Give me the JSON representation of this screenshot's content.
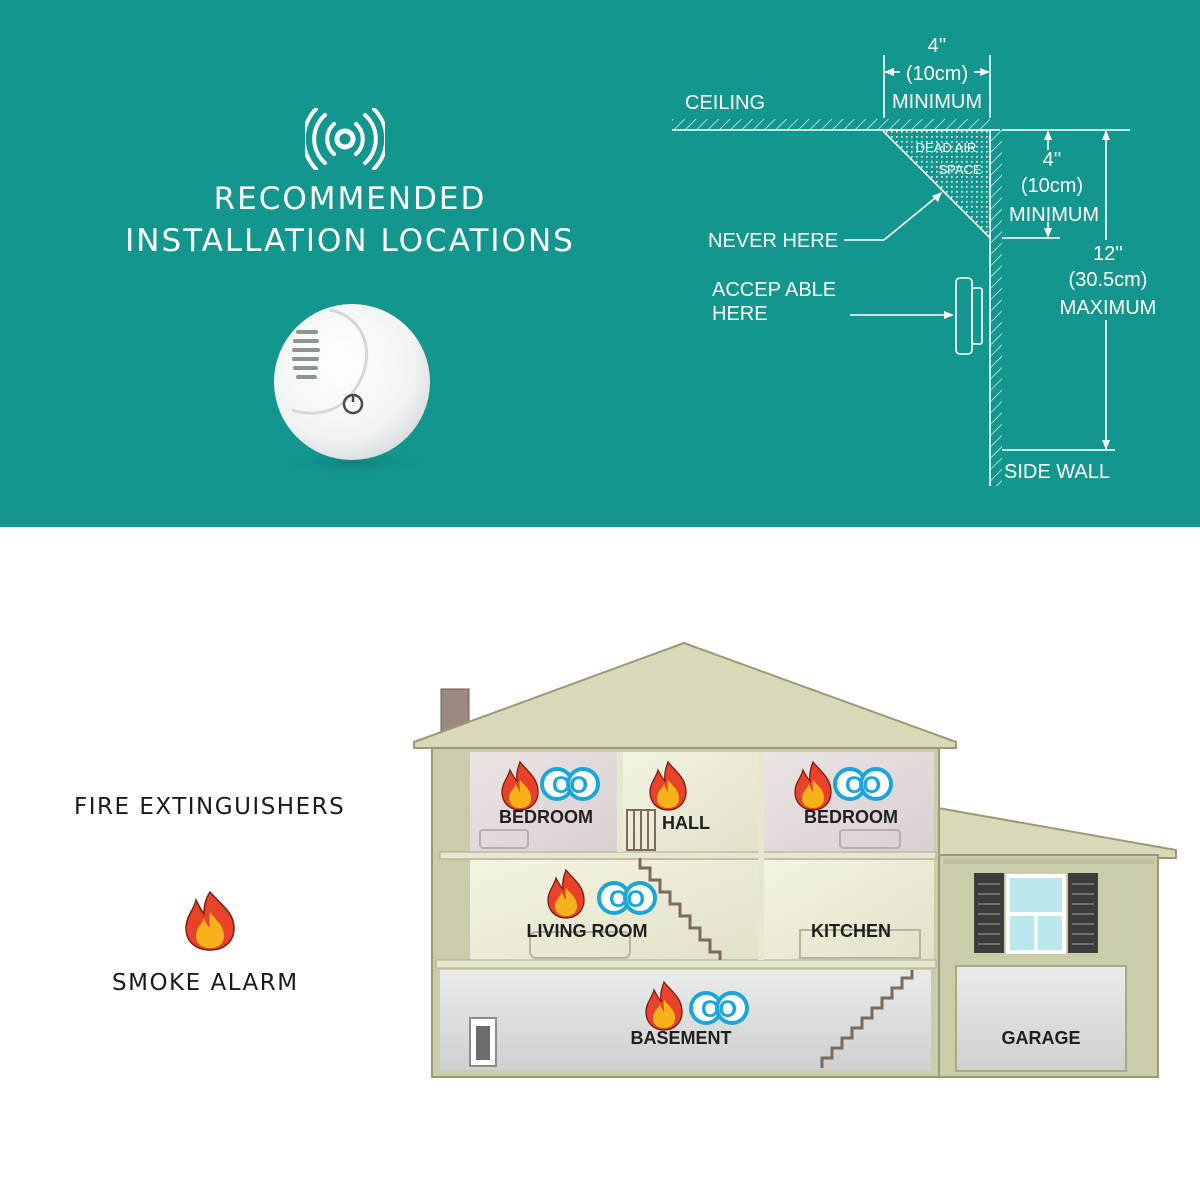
{
  "header": {
    "title_line1": "RECOMMENDED",
    "title_line2": "INSTALLATION LOCATIONS"
  },
  "diagram": {
    "ceiling": "CEILING",
    "side_wall": "SIDE WALL",
    "top_min": [
      "4''",
      "(10cm)",
      "MINIMUM"
    ],
    "dead_air": [
      "DEAD AIR",
      "SPACE"
    ],
    "wall_min": [
      "4''",
      "(10cm)",
      "MINIMUM"
    ],
    "wall_max": [
      "12''",
      "(30.5cm)",
      "MAXIMUM"
    ],
    "never_here": "NEVER HERE",
    "acceptable": [
      "ACCEP ABLE",
      "HERE"
    ]
  },
  "legend": {
    "fire": "FIRE EXTINGUISHERS",
    "smoke": "SMOKE ALARM"
  },
  "house": {
    "co_badge": "CO",
    "rooms": {
      "bedroom_left": "BEDROOM",
      "hall": "HALL",
      "bedroom_right": "BEDROOM",
      "living_room": "LIVING ROOM",
      "kitchen": "KITCHEN",
      "basement": "BASEMENT",
      "garage": "GARAGE"
    }
  },
  "colors": {
    "teal": "#13968e",
    "flame_outer": "#e8432a",
    "flame_inner": "#f7b21b",
    "co_ring": "#1aa6d6",
    "house_wall": "#d6d7b8",
    "room_pink": "#e4dcdc"
  },
  "icons": [
    "alarm-signal-icon",
    "smoke-detector-image",
    "flame-icon",
    "co-badge-icon"
  ]
}
